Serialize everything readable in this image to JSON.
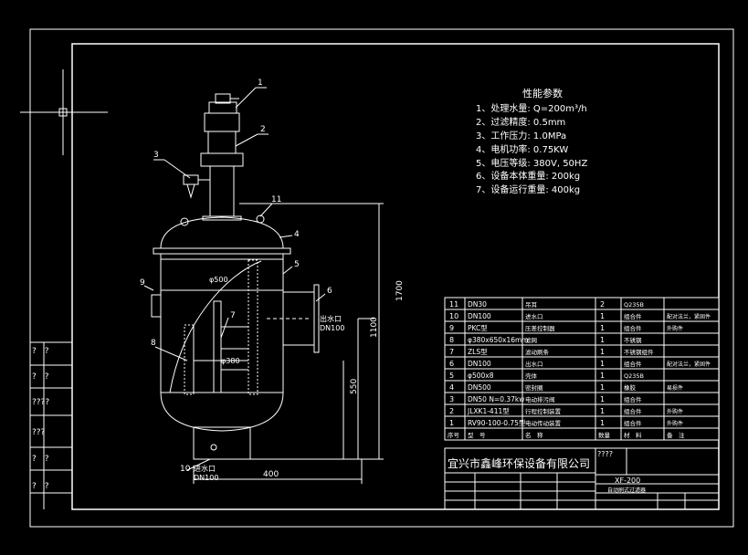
{
  "spec": {
    "title": "性能参数",
    "items": [
      "1、处理水量: Q=200m³/h",
      "2、过滤精度: 0.5mm",
      "3、工作压力: 1.0MPa",
      "4、电机功率: 0.75KW",
      "5、电压等级: 380V, 50HZ",
      "6、设备本体重量: 200kg",
      "7、设备运行重量: 400kg"
    ]
  },
  "callouts": [
    "1",
    "2",
    "3",
    "4",
    "5",
    "6",
    "7",
    "8",
    "9",
    "10",
    "11"
  ],
  "drawing": {
    "outlet_label": "出水口",
    "outlet_dn": "DN100",
    "inlet_label": "进水口",
    "inlet_dn": "DN100",
    "dia_screen": "φ500",
    "dia_inner": "φ380",
    "dim_height_total": "1700",
    "dim_height_outlet": "1100",
    "dim_height_mid": "550",
    "dim_width": "400"
  },
  "side_panel": [
    "?　?",
    "?　?",
    "????",
    "???",
    "?　?",
    "?　?"
  ],
  "bom": {
    "rows": [
      {
        "no": "11",
        "code": "DN30",
        "name": "吊耳",
        "qty": "2",
        "material": "Q235B",
        "note": ""
      },
      {
        "no": "10",
        "code": "DN100",
        "name": "进水口",
        "qty": "1",
        "material": "组合件",
        "note": "配对法兰，紧固件"
      },
      {
        "no": "9",
        "code": "PKC型",
        "name": "压差控制器",
        "qty": "1",
        "material": "组合件",
        "note": "外购件"
      },
      {
        "no": "8",
        "code": "φ380x650x16mm",
        "name": "滤网",
        "qty": "1",
        "material": "不锈钢",
        "note": ""
      },
      {
        "no": "7",
        "code": "ZLS型",
        "name": "滤动刷条",
        "qty": "1",
        "material": "不锈钢组件",
        "note": ""
      },
      {
        "no": "6",
        "code": "DN100",
        "name": "出水口",
        "qty": "1",
        "material": "组合件",
        "note": "配对法兰，紧固件"
      },
      {
        "no": "5",
        "code": "φ500x8",
        "name": "壳体",
        "qty": "1",
        "material": "Q235B",
        "note": ""
      },
      {
        "no": "4",
        "code": "DN500",
        "name": "密封圈",
        "qty": "1",
        "material": "橡胶",
        "note": "易损件"
      },
      {
        "no": "3",
        "code": "DN50 N=0.37kw",
        "name": "电动排污阀",
        "qty": "1",
        "material": "组合件",
        "note": ""
      },
      {
        "no": "2",
        "code": "JLXK1-411型",
        "name": "行程控制装置",
        "qty": "1",
        "material": "组合件",
        "note": "外购件"
      },
      {
        "no": "1",
        "code": "RV90-100-0.75型",
        "name": "电动传动装置",
        "qty": "1",
        "material": "组合件",
        "note": "外购件"
      }
    ],
    "header": [
      "序号",
      "型　号",
      "名　称",
      "数量",
      "材　料",
      "备　注"
    ],
    "company": "宜兴市鑫峰环保设备有限公司",
    "model": "XF-200",
    "model_sub": "自动刷式过滤器",
    "unknown_cell": "????"
  }
}
